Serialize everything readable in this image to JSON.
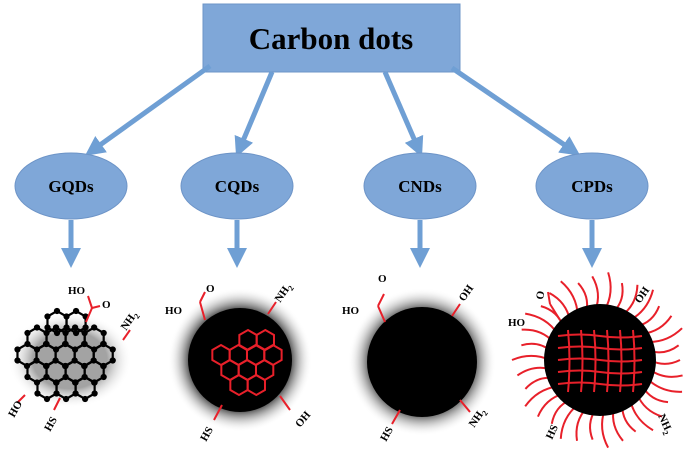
{
  "root": {
    "label": "Carbon dots"
  },
  "categories": [
    {
      "id": "gqds",
      "label": "GQDs"
    },
    {
      "id": "cqds",
      "label": "CQDs"
    },
    {
      "id": "cnds",
      "label": "CNDs"
    },
    {
      "id": "cpds",
      "label": "CPDs"
    }
  ],
  "groups": {
    "gqds": {
      "cooh": "HO",
      "o": "O",
      "nh": "NH",
      "sub2": "2",
      "oh": "HO",
      "sh": "HS"
    },
    "cqds": {
      "cooh": "HO",
      "o": "O",
      "nh": "NH",
      "sub2": "2",
      "oh": "OH",
      "sh": "HS"
    },
    "cnds": {
      "cooh": "HO",
      "o": "O",
      "oh": "OH",
      "nh": "NH",
      "sub2": "2",
      "sh": "HS"
    },
    "cpds": {
      "cooh": "HO",
      "o": "O",
      "oh": "OH",
      "nh": "NH",
      "sub2": "2",
      "sh": "HS"
    }
  },
  "colors": {
    "box_fill": "#7fa7d8",
    "box_stroke": "#6d94c7",
    "arrow": "#6f9fd4",
    "dot": "#000000",
    "red": "#e8202a"
  }
}
